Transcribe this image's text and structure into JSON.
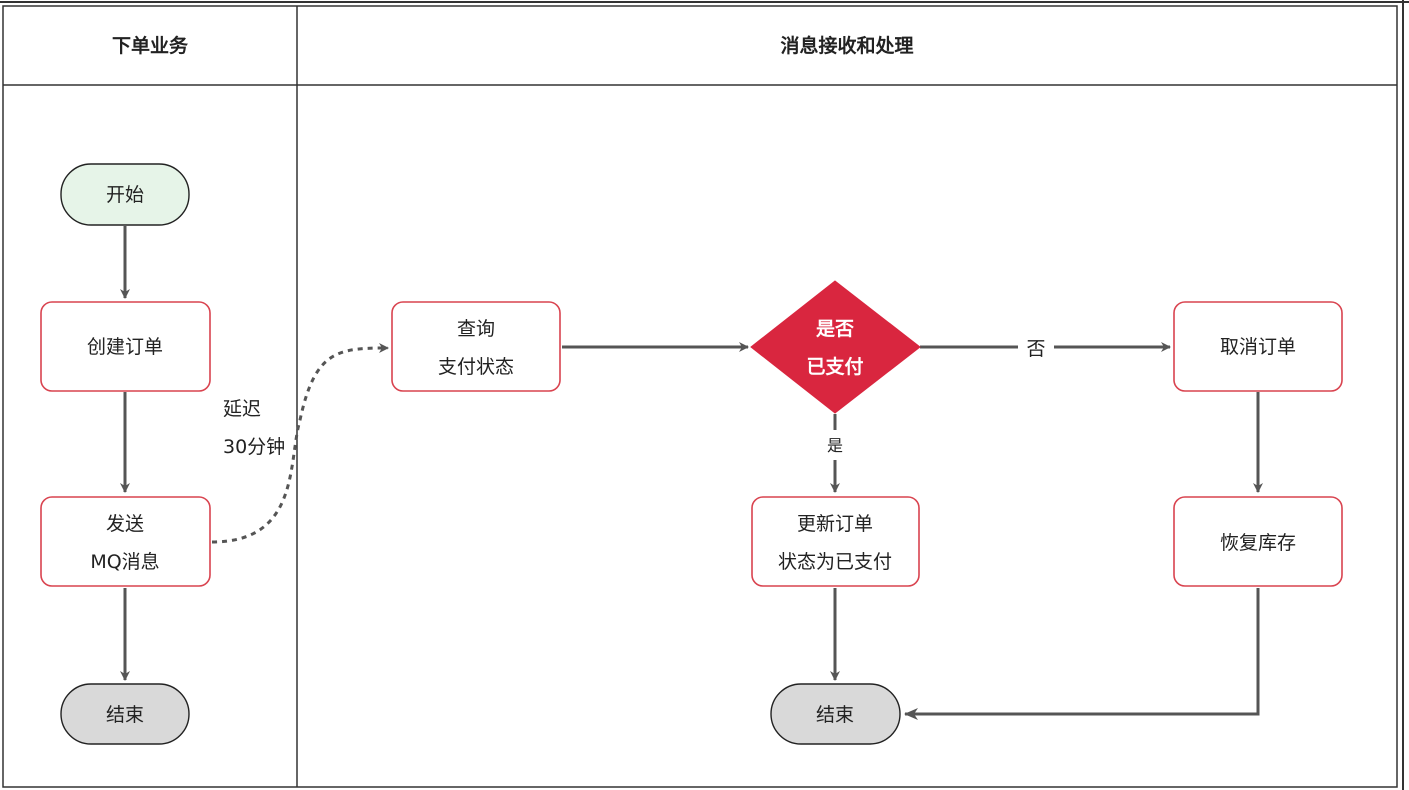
{
  "lanes": {
    "left_title": "下单业务",
    "right_title": "消息接收和处理"
  },
  "nodes": {
    "start": "开始",
    "create_order": "创建订单",
    "send_mq": [
      "发送",
      "MQ消息"
    ],
    "end_left": "结束",
    "query_payment": [
      "查询",
      "支付状态"
    ],
    "is_paid": [
      "是否",
      "已支付"
    ],
    "cancel_order": "取消订单",
    "restore_stock": "恢复库存",
    "update_order": [
      "更新订单",
      "状态为已支付"
    ],
    "end_right": "结束"
  },
  "edges": {
    "delay_label": [
      "延迟",
      "30分钟"
    ],
    "no_label": "否",
    "yes_label": "是"
  },
  "colors": {
    "decision": "#d9263f",
    "box_border": "#d9434f",
    "start_fill": "#e6f4e8",
    "end_fill": "#d9d9d9",
    "edge": "#555555"
  }
}
